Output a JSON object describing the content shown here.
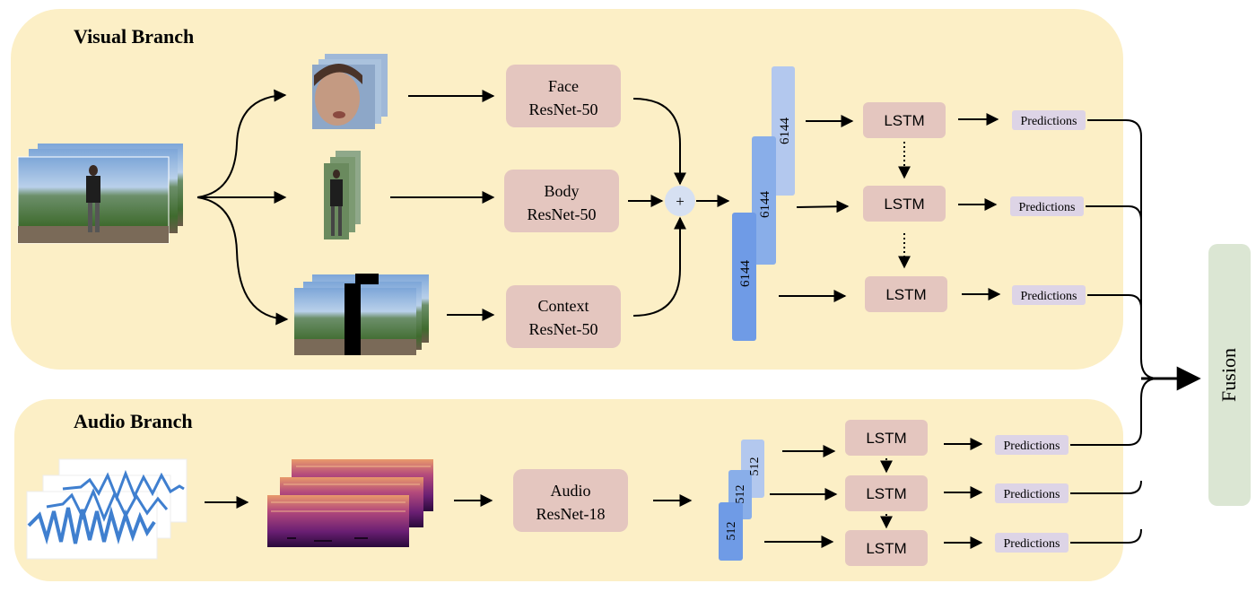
{
  "visual_branch": {
    "title": "Visual Branch",
    "streams": [
      {
        "name": "Face",
        "model": "ResNet-50"
      },
      {
        "name": "Body",
        "model": "ResNet-50"
      },
      {
        "name": "Context",
        "model": "ResNet-50"
      }
    ],
    "fusion_symbol": "+",
    "feature_dims": [
      "6144",
      "6144",
      "6144"
    ],
    "lstm_labels": [
      "LSTM",
      "LSTM",
      "LSTM"
    ],
    "prediction_labels": [
      "Predictions",
      "Predictions",
      "Predictions"
    ]
  },
  "audio_branch": {
    "title": "Audio Branch",
    "model": {
      "name": "Audio",
      "arch": "ResNet-18"
    },
    "feature_dims": [
      "512",
      "512",
      "512"
    ],
    "lstm_labels": [
      "LSTM",
      "LSTM",
      "LSTM"
    ],
    "prediction_labels": [
      "Predictions",
      "Predictions",
      "Predictions"
    ]
  },
  "fusion": {
    "label": "Fusion"
  },
  "colors": {
    "panel_bg": "#fcefc6",
    "model_box": "#e4c6bf",
    "fusion_box": "#dbe6d3",
    "prediction_box": "#ddd4e6",
    "feature_dark": "#6f9be6",
    "feature_mid": "#89aee9",
    "feature_light": "#b3c8ee",
    "sum_node": "#d6e0f2",
    "wave": "#3f7fcf",
    "spectrogram_dark": "#3a0a4e",
    "spectrogram_hot": "#f0a070"
  },
  "icons": [
    "video-frames-icon",
    "face-crop-icon",
    "body-crop-icon",
    "context-frame-icon",
    "waveform-icon",
    "spectrogram-icon"
  ]
}
